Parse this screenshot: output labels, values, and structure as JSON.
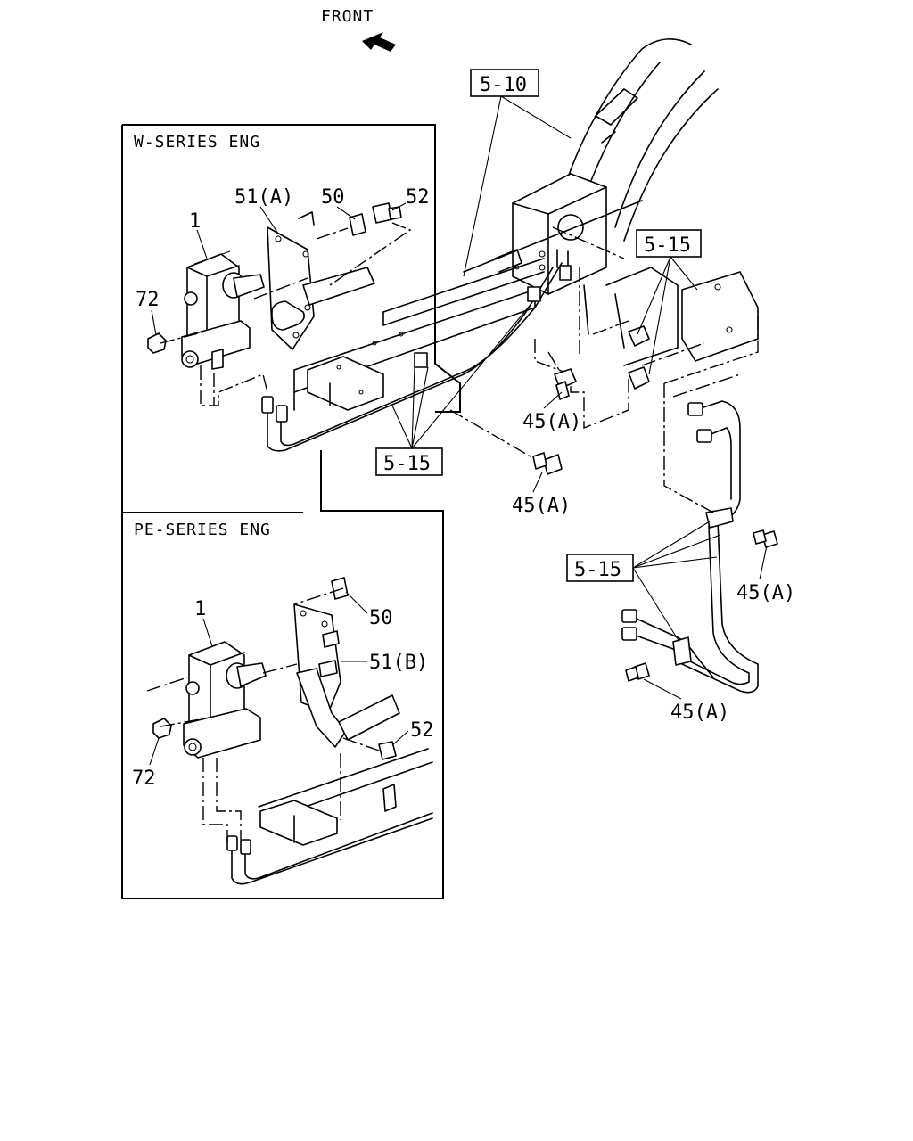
{
  "orientation": {
    "front_label": "FRONT"
  },
  "panels": {
    "w_series": {
      "title": "W-SERIES ENG"
    },
    "pe_series": {
      "title": "PE-SERIES ENG"
    }
  },
  "callouts": {
    "ref_5_10": "5-10",
    "ref_5_15_upper_right": "5-15",
    "ref_5_15_center": "5-15",
    "ref_5_15_lower_right": "5-15",
    "w_part_1": "1",
    "w_part_51a": "51(A)",
    "w_part_50": "50",
    "w_part_52": "52",
    "w_part_72": "72",
    "pe_part_1": "1",
    "pe_part_50": "50",
    "pe_part_51b": "51(B)",
    "pe_part_52": "52",
    "pe_part_72": "72",
    "bolt_45a_upper": "45(A)",
    "bolt_45a_center": "45(A)",
    "bolt_45a_right": "45(A)",
    "bolt_45a_bottom": "45(A)"
  }
}
